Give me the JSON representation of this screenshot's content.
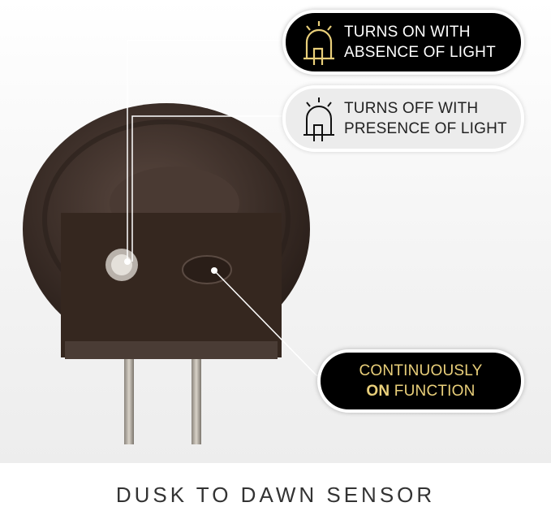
{
  "callouts": {
    "on": {
      "line1": "TURNS ON WITH",
      "line2": "ABSENCE OF LIGHT",
      "icon": "light-bulb-on-icon"
    },
    "off": {
      "line1": "TURNS OFF WITH",
      "line2": "PRESENCE OF LIGHT",
      "icon": "light-bulb-off-icon"
    },
    "continuous": {
      "line1": "CONTINUOUSLY",
      "bold": "ON",
      "rest": "FUNCTION"
    }
  },
  "title": "DUSK TO DAWN SENSOR",
  "colors": {
    "gold": "#e9cf7a",
    "black": "#000000",
    "device": "#3b2d27"
  }
}
